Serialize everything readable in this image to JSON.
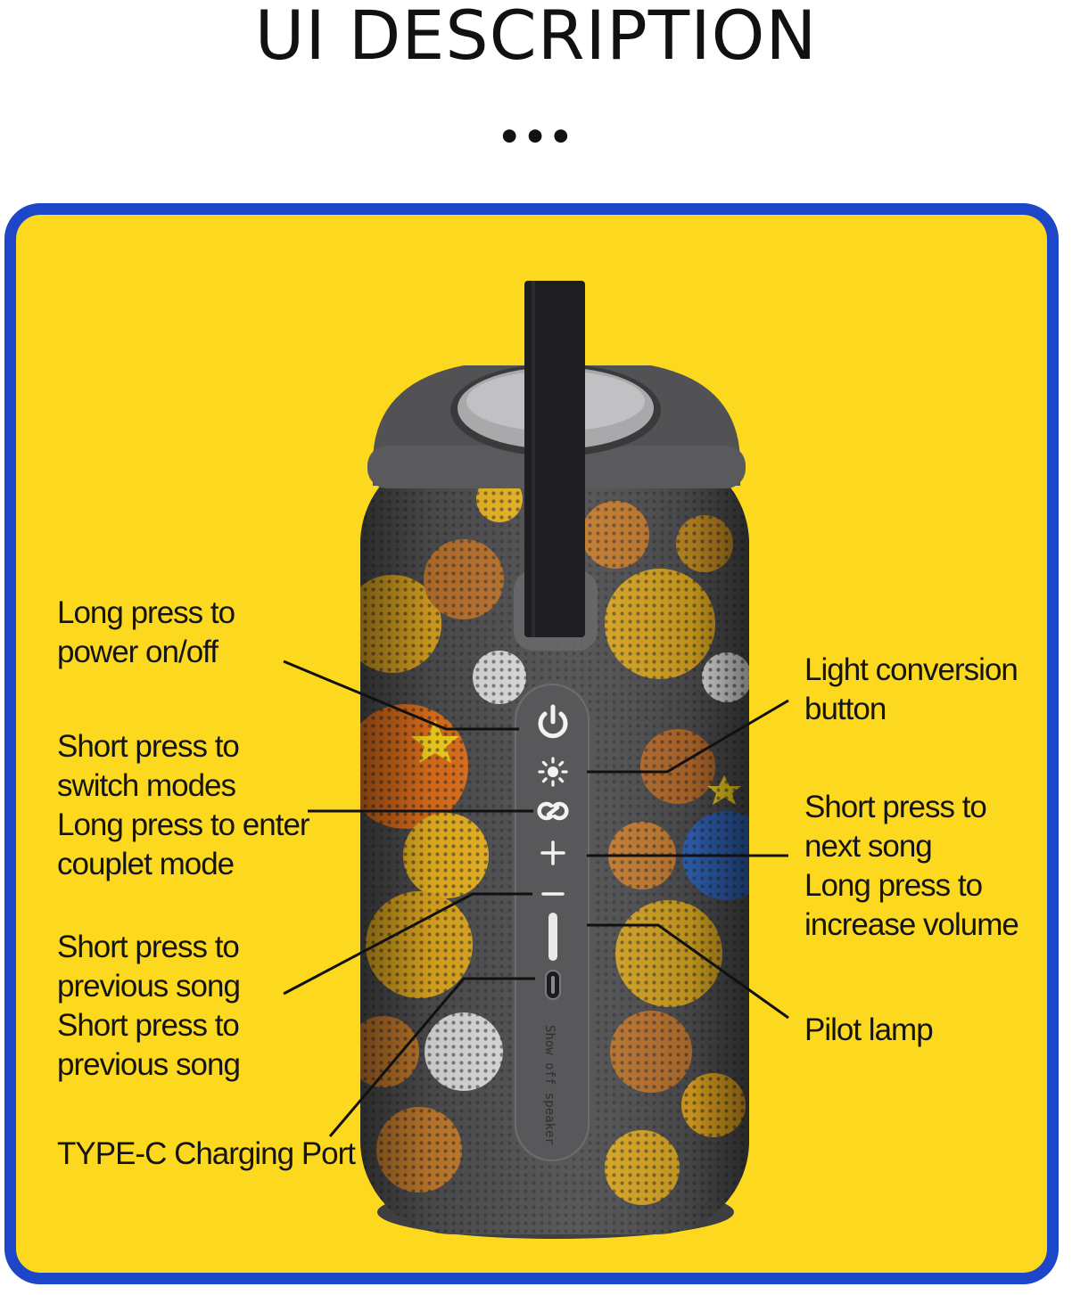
{
  "header": {
    "title": "UI DESCRIPTION",
    "dots": "•••"
  },
  "colors": {
    "panel_background": "#fcd91f",
    "panel_border": "#1d46c8",
    "speaker_body": "#4e4e50",
    "control_strip": "#58585a",
    "button_glyph": "#f2f2f2",
    "text": "#141414"
  },
  "icons": {
    "power": "power-icon",
    "light": "sun-icon",
    "couple": "link-icon",
    "volume_up": "plus-icon",
    "volume_down": "minus-icon",
    "pilot_lamp": "indicator-bar-icon",
    "charging_port": "usb-c-port-icon"
  },
  "speaker": {
    "strip_engraving": "Show off speaker"
  },
  "annotations": {
    "power": {
      "lines": [
        "Long press to",
        "power on/off"
      ]
    },
    "mode": {
      "lines": [
        "Short press to",
        "switch modes",
        "Long press to enter",
        "couplet mode"
      ]
    },
    "previous": {
      "lines": [
        "Short press to",
        "previous song",
        "Short press to",
        "previous song"
      ]
    },
    "charging": {
      "lines": [
        "TYPE-C Charging Port"
      ]
    },
    "light": {
      "lines": [
        "Light conversion",
        "button"
      ]
    },
    "next": {
      "lines": [
        "Short press to",
        "next song",
        "Long press to",
        "increase volume"
      ]
    },
    "pilot": {
      "lines": [
        "Pilot lamp"
      ]
    }
  }
}
